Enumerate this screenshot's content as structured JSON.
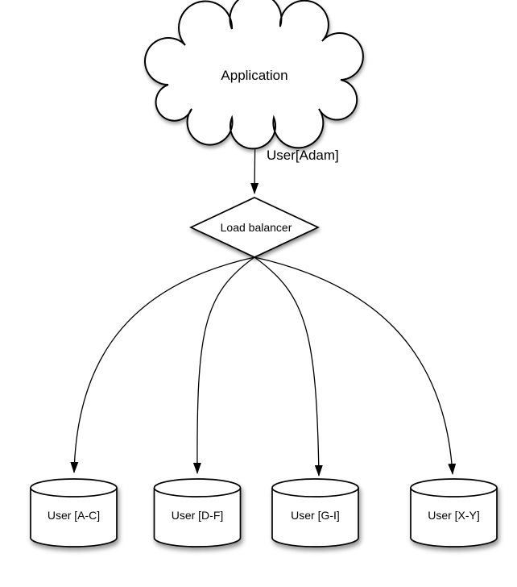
{
  "diagram": {
    "title_hint": "sharding-load-balancer-diagram",
    "colors": {
      "background": "#ffffff",
      "shape_fill": "#ffffff",
      "stroke": "#000000",
      "text": "#000000"
    },
    "application": {
      "label": "Application",
      "shape": "cloud"
    },
    "request_edge": {
      "label": "User[Adam]"
    },
    "load_balancer": {
      "label": "Load balancer",
      "shape": "diamond"
    },
    "databases": [
      {
        "label": "User [A-C]",
        "shape": "cylinder"
      },
      {
        "label": "User [D-F]",
        "shape": "cylinder"
      },
      {
        "label": "User [G-I]",
        "shape": "cylinder"
      },
      {
        "label": "User [X-Y]",
        "shape": "cylinder"
      }
    ]
  }
}
